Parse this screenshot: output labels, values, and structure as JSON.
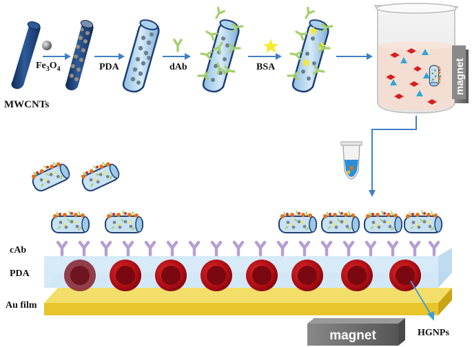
{
  "labels": {
    "mwcnts": "MWCNTs",
    "fe3o4_main": "Fe",
    "fe3o4_sub3": "3",
    "fe3o4_o": "O",
    "fe3o4_sub4": "4",
    "pda_top": "PDA",
    "dab": "dAb",
    "bsa": "BSA",
    "magnet_beaker": "magnet",
    "cab": "cAb",
    "pda_bottom": "PDA",
    "au_film": "Au film",
    "magnet_bottom": "magnet",
    "hgnps": "HGNPs"
  },
  "colors": {
    "tube_dark": "#1e3f73",
    "tube_light": "#b6d6ee",
    "arrow": "#3f7fc4",
    "antibody_green": "#a3cf6a",
    "antibody_purple": "#b59fd1",
    "hgnp_red": "#b5101a",
    "gold_film": "#e8c52a",
    "pda_layer": "#cfe6f6",
    "magnet_gray": "#707070",
    "star_yellow": "#f6ea2c"
  },
  "icons": [
    "sphere-icon",
    "antibody-icon",
    "star-icon",
    "test-tube-icon",
    "beaker-icon",
    "magnet-icon"
  ]
}
